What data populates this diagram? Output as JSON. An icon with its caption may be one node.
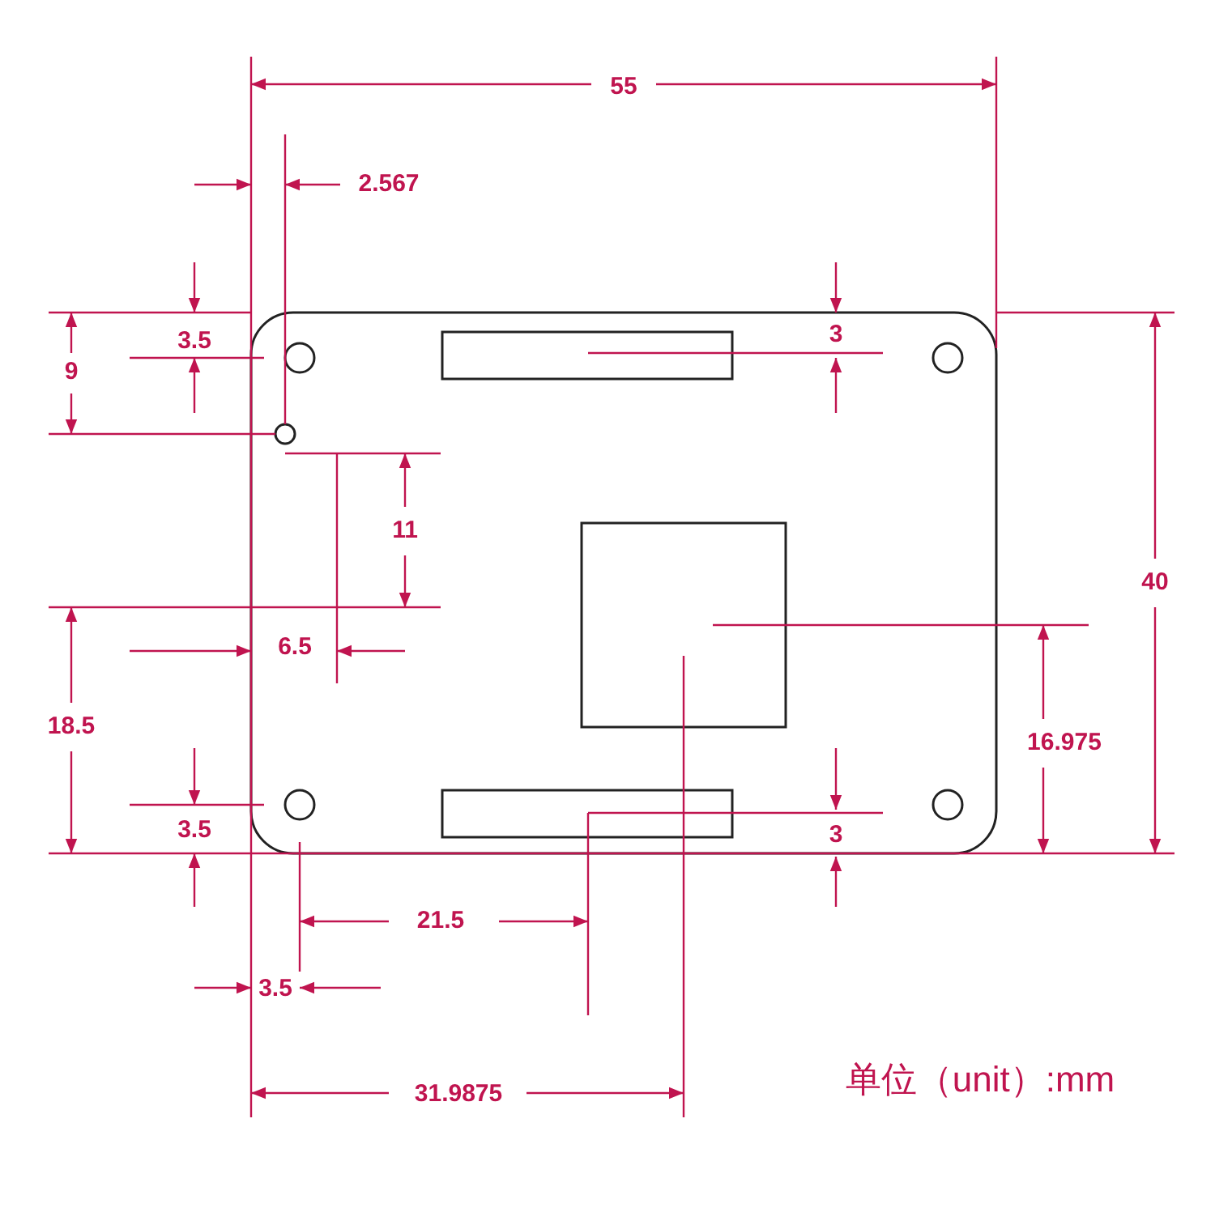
{
  "diagram": {
    "labels": [
      "55",
      "2.567",
      "3.5",
      "9",
      "3",
      "11",
      "40",
      "6.5",
      "18.5",
      "16.975",
      "3.5",
      "3",
      "21.5",
      "3.5",
      "31.9875",
      "单位（unit）:mm"
    ]
  }
}
